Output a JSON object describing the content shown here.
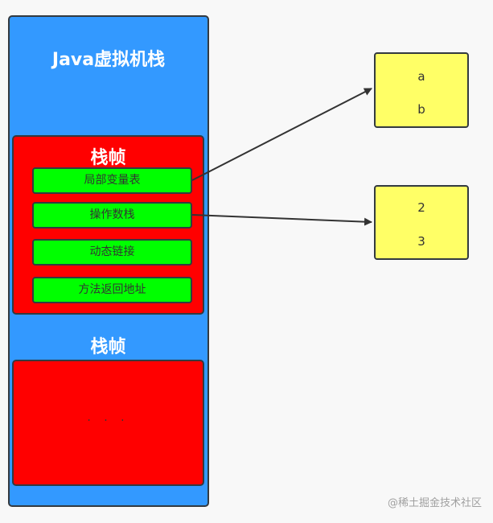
{
  "diagram": {
    "stack_title": "Java虚拟机栈",
    "frames": [
      {
        "title": "栈帧",
        "items": [
          "局部变量表",
          "操作数栈",
          "动态链接",
          "方法返回地址"
        ]
      },
      {
        "title": "栈帧",
        "content": "· · ·"
      }
    ],
    "boxes": [
      {
        "values": [
          "a",
          "b"
        ]
      },
      {
        "values": [
          "2",
          "3"
        ]
      }
    ],
    "arrows": [
      {
        "from": "局部变量表",
        "to": "box-1"
      },
      {
        "from": "操作数栈",
        "to": "box-2"
      }
    ],
    "colors": {
      "stack": "#3399ff",
      "frame": "#ff0000",
      "item": "#00ff00",
      "box": "#ffff66",
      "border": "#333a40"
    }
  },
  "watermark": "@稀土掘金技术社区"
}
